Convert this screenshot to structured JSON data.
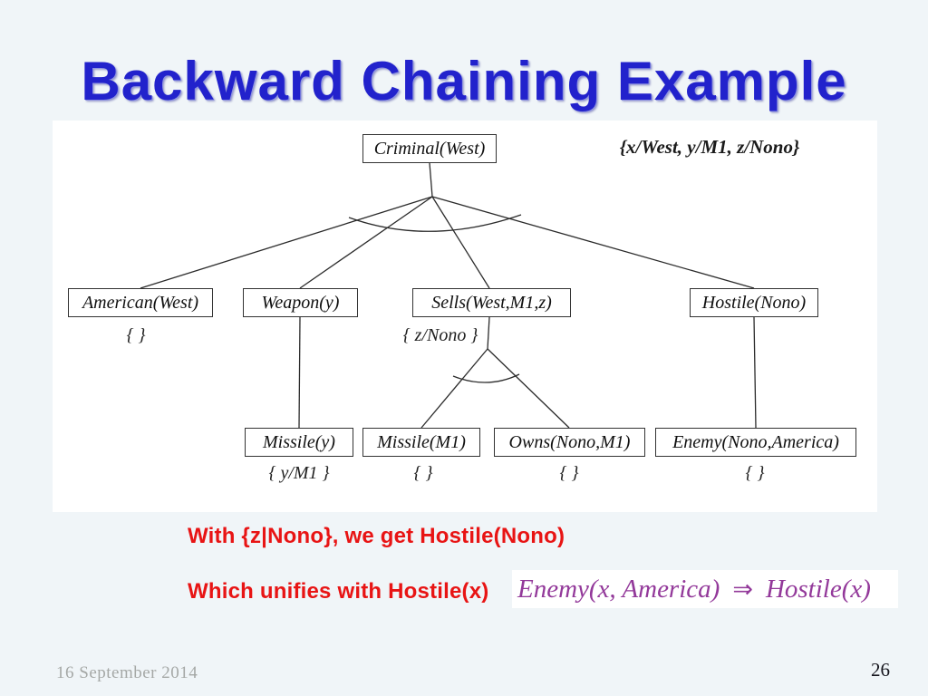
{
  "slide": {
    "title": "Backward Chaining Example",
    "footer": {
      "date": "16 September 2014",
      "page": "26"
    }
  },
  "diagram": {
    "annotation": "{x/West, y/M1, z/Nono}",
    "root": {
      "label": "Criminal(West)"
    },
    "level2": [
      {
        "label": "American(West)",
        "subst": "{ }"
      },
      {
        "label": "Weapon(y)"
      },
      {
        "label": "Sells(West,M1,z)",
        "subst": "{ z/Nono }"
      },
      {
        "label": "Hostile(Nono)"
      }
    ],
    "level3": [
      {
        "label": "Missile(y)",
        "subst": "{ y/M1 }"
      },
      {
        "label": "Missile(M1)",
        "subst": "{ }"
      },
      {
        "label": "Owns(Nono,M1)",
        "subst": "{ }"
      },
      {
        "label": "Enemy(Nono,America)",
        "subst": "{ }"
      }
    ]
  },
  "notes": {
    "line1": "With {z|Nono}, we get Hostile(Nono)",
    "line2": "Which unifies with Hostile(x)"
  },
  "formula": {
    "lhs": "Enemy(x, America)",
    "arrow": "⇒",
    "rhs": "Hostile(x)"
  },
  "colors": {
    "background": "#f0f5f8",
    "title": "#2222cc",
    "note": "#e81414",
    "formula": "#93399a"
  }
}
